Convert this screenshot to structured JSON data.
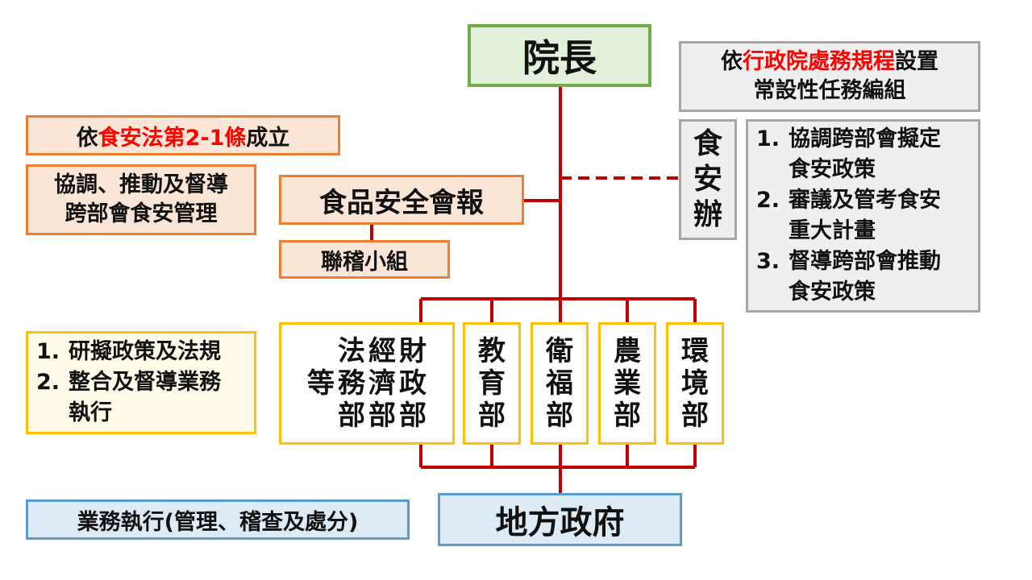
{
  "top": {
    "label": "院長"
  },
  "mandate": {
    "prefix": "依",
    "highlight": "行政院處務規程",
    "suffix": "設置",
    "line2": "常設性任務編組"
  },
  "law": {
    "prefix": "依",
    "highlight": "食安法第2-1條",
    "suffix": "成立"
  },
  "coord": {
    "line1": "協調、推動及督導",
    "line2": "跨部會食安管理"
  },
  "council": {
    "label": "食品安全會報"
  },
  "joint": {
    "label": "聯稽小組"
  },
  "office": {
    "chars": [
      "食",
      "安",
      "辦"
    ]
  },
  "office_duties": [
    {
      "num": "1.",
      "line1": "協調跨部會擬定",
      "line2": "食安政策"
    },
    {
      "num": "2.",
      "line1": "審議及管考食安",
      "line2": "重大計畫"
    },
    {
      "num": "3.",
      "line1": "督導跨部會推動",
      "line2": "食安政策"
    }
  ],
  "ministry_duties": [
    {
      "num": "1.",
      "line1": "研擬政策及法規"
    },
    {
      "num": "2.",
      "line1": "整合及督導業務",
      "line2": "執行"
    }
  ],
  "ministries_group": {
    "deng": "等",
    "cols": [
      [
        "法",
        "務",
        "部"
      ],
      [
        "經",
        "濟",
        "部"
      ],
      [
        "財",
        "政",
        "部"
      ]
    ]
  },
  "ministries": [
    [
      "教",
      "育",
      "部"
    ],
    [
      "衛",
      "福",
      "部"
    ],
    [
      "農",
      "業",
      "部"
    ],
    [
      "環",
      "境",
      "部"
    ]
  ],
  "local": {
    "label": "地方政府"
  },
  "local_duty": {
    "label": "業務執行(管理、稽查及處分)"
  },
  "colors": {
    "line": "#c00000",
    "orange_border": "#ed7d31",
    "orange_fill": "#fbe5d6",
    "yellow_border": "#ffc000",
    "green_border": "#70ad47",
    "green_fill": "#e2f0d9",
    "grey_border": "#a6a6a6",
    "blue_border": "#5b9bd5",
    "blue_fill": "#ddebf7",
    "highlight": "#ff0000"
  }
}
